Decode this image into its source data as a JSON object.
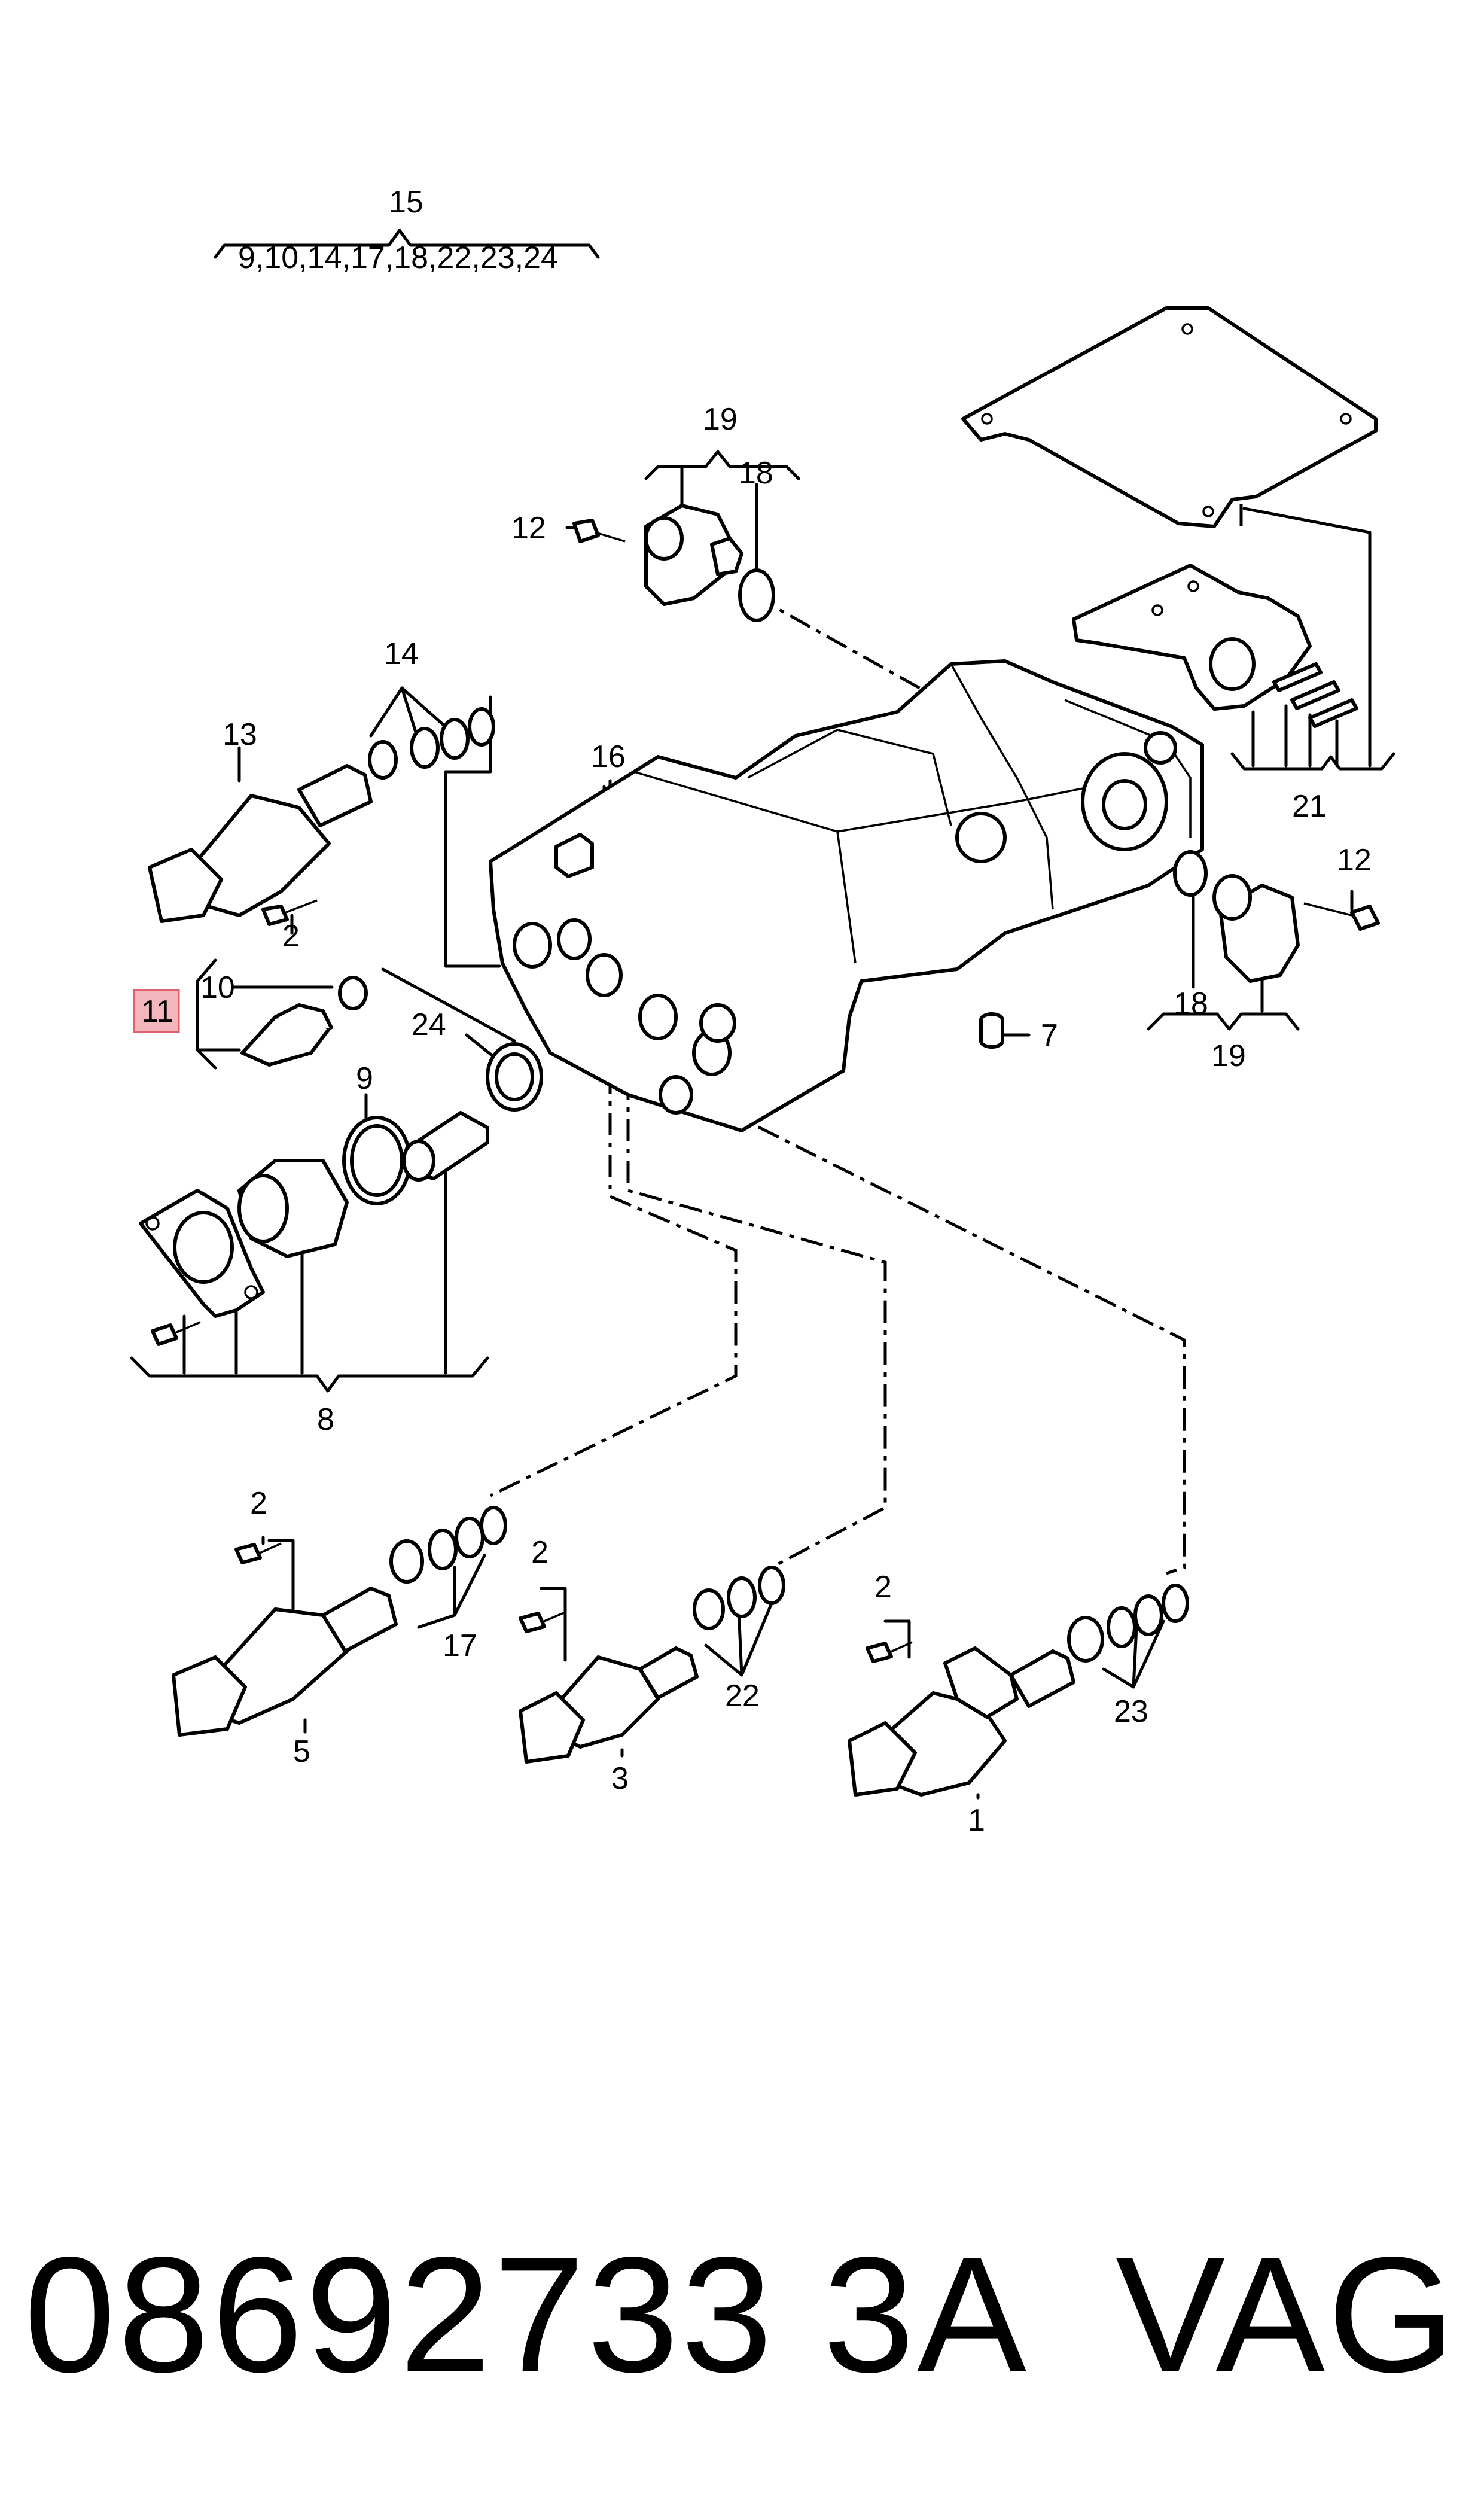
{
  "callouts": {
    "c15": "15",
    "c15_group": "9,10,14,17,18,22,23,24",
    "c19a": "19",
    "c18a": "18",
    "c12a": "12",
    "c14": "14",
    "c13": "13",
    "c16": "16",
    "c2a": "2",
    "c21": "21",
    "c12b": "12",
    "c10": "10",
    "c11": "11",
    "c24": "24",
    "c7": "7",
    "c18b": "18",
    "c19b": "19",
    "c9": "9",
    "c8": "8",
    "c2b": "2",
    "c2c": "2",
    "c2d": "2",
    "c17": "17",
    "c22": "22",
    "c23": "23",
    "c5": "5",
    "c3": "3",
    "c1": "1"
  },
  "footer": {
    "part_number": "08692733 3A",
    "brand": "VAG"
  },
  "highlight_color": "#f4b6bd"
}
